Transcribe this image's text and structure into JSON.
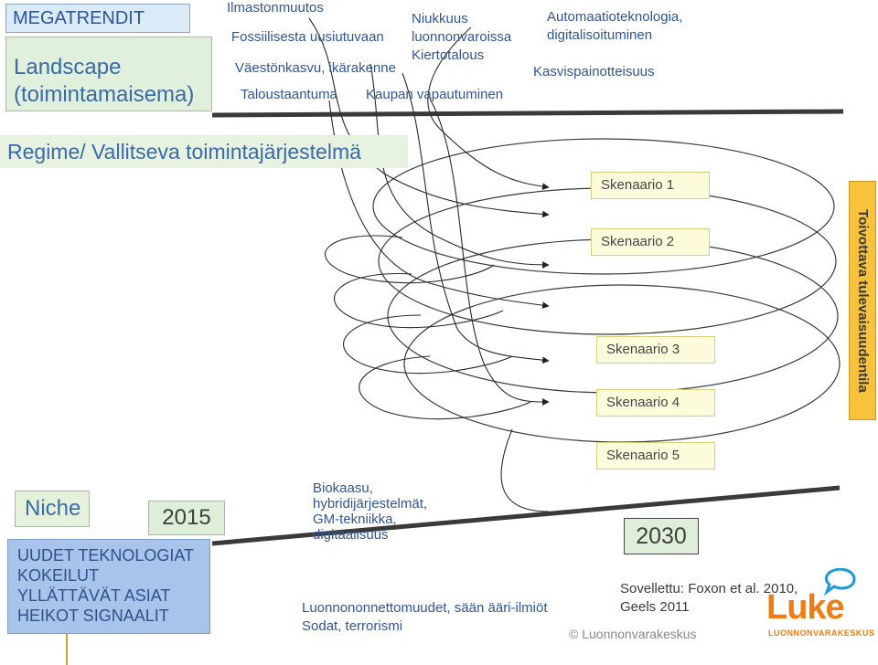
{
  "megatrendit": "MEGATRENDIT",
  "landscape": {
    "line1": "Landscape",
    "line2": "(toimintamaisema)"
  },
  "trends": {
    "ilmasto": "Ilmastonmuutos",
    "fossiili": "Fossiilisesta uusiutuvaan",
    "vaesto": "Väestönkasvu, ikärakenne",
    "talous": "Taloustaantuma",
    "niukkuus_1": "Niukkuus",
    "niukkuus_2": "luonnonvaroissa",
    "kierto": "Kiertotalous",
    "kauppa": "Kaupan vapautuminen",
    "auto_1": "Automaatioteknologia,",
    "auto_2": "digitalisoituminen",
    "kasvis": "Kasvispainotteisuus"
  },
  "regime": "Regime/ Vallitseva toimintajärjestelmä",
  "scenarios": [
    "Skenaario 1",
    "Skenaario 2",
    "Skenaario 3",
    "Skenaario 4",
    "Skenaario 5"
  ],
  "vision": "Toivottava tulevaisuudentila",
  "niche": "Niche",
  "year_start": "2015",
  "year_end": "2030",
  "signals": [
    "UUDET TEKNOLOGIAT",
    "KOKEILUT",
    "YLLÄTTÄVÄT ASIAT",
    "HEIKOT SIGNAALIT"
  ],
  "biotech": [
    "Biokaasu,",
    "hybridijärjestelmät,",
    "GM-tekniikka,",
    "digitaalisuus"
  ],
  "threats": [
    "Luonnononnettomuudet, sään ääri-ilmiöt",
    "Sodat,  terrorismi"
  ],
  "source": [
    "Sovellettu: Foxon et al. 2010,",
    "Geels 2011"
  ],
  "copyright": "© Luonnonvarakeskus",
  "logo": {
    "text": "Luke",
    "sub": "LUONNONVARAKESKUS"
  },
  "colors": {
    "trend_text": "#2f5597",
    "scenario_fill": "#fcfcdc",
    "vision_fill": "#f8c23c",
    "signals_fill": "#a9c4ea",
    "logo_orange": "#f07d12",
    "logo_blue": "#1e9bd7"
  }
}
